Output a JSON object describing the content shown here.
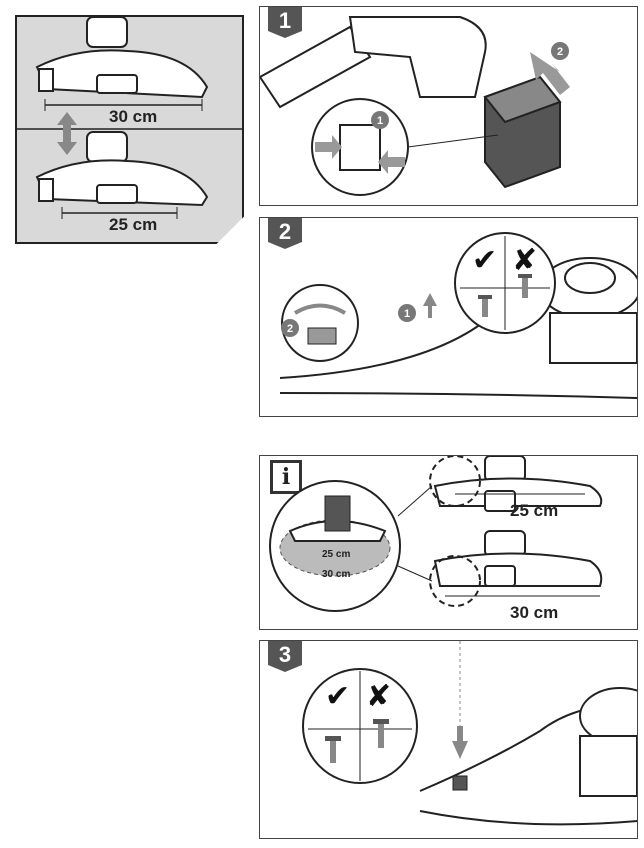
{
  "overview": {
    "height_top": "30 cm",
    "height_bottom": "25 cm"
  },
  "step1": {
    "badge": "1",
    "callouts": [
      "1",
      "2"
    ]
  },
  "step2": {
    "badge": "2",
    "callouts": [
      "1",
      "2"
    ],
    "correct_symbol": "✔",
    "wrong_symbol": "✘"
  },
  "info": {
    "badge": "i",
    "disc_small": "25 cm",
    "disc_large": "30 cm",
    "upper_width": "25 cm",
    "lower_width": "30 cm"
  },
  "step3": {
    "badge": "3",
    "correct_symbol": "✔",
    "wrong_symbol": "✘"
  },
  "colors": {
    "panel_border": "#444444",
    "badge": "#555555",
    "overview_bg": "#d9d9d9",
    "callout": "#777777"
  }
}
